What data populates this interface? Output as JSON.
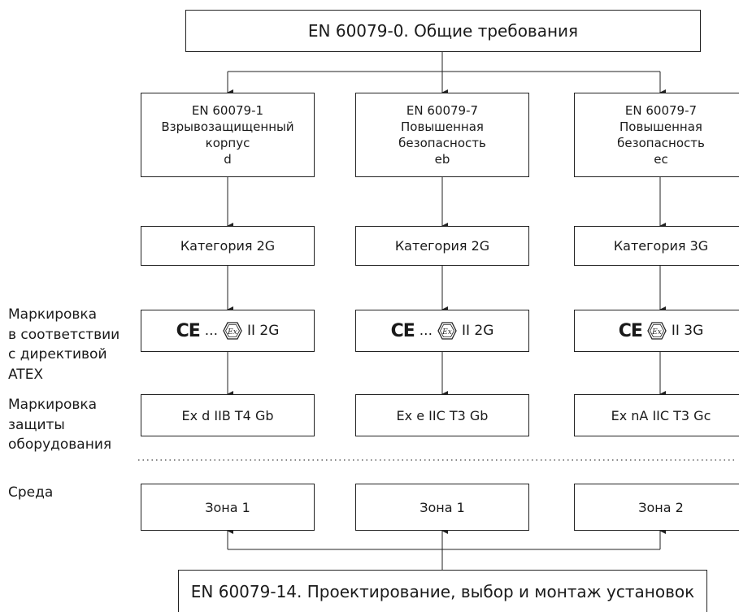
{
  "top_standard": "EN 60079-0. Общие требования",
  "bottom_standard": "EN 60079-14. Проектирование, выбор и монтаж установок",
  "columns": [
    {
      "std_code": "EN 60079-1",
      "std_name_1": "Взрывозащищенный",
      "std_name_2": "корпус",
      "std_symbol": "d",
      "category": "Категория 2G",
      "mark_ce": "CE",
      "mark_dots": "...",
      "mark_ex": "Ex",
      "mark_group": "II 2G",
      "protection": "Ex d IIB T4 Gb",
      "zone": "Зона 1"
    },
    {
      "std_code": "EN 60079-7",
      "std_name_1": "Повышенная",
      "std_name_2": "безопасность",
      "std_symbol": "eb",
      "category": "Категория 2G",
      "mark_ce": "CE",
      "mark_dots": "...",
      "mark_ex": "Ex",
      "mark_group": "II 2G",
      "protection": "Ex e IIC T3 Gb",
      "zone": "Зона 1"
    },
    {
      "std_code": "EN 60079-7",
      "std_name_1": "Повышенная",
      "std_name_2": "безопасность",
      "std_symbol": "ec",
      "category": "Категория 3G",
      "mark_ce": "CE",
      "mark_dots": "",
      "mark_ex": "Ex",
      "mark_group": "II 3G",
      "protection": "Ex nA IIC T3 Gc",
      "zone": "Зона 2"
    }
  ],
  "side_labels": {
    "marking_atex_1": "Маркировка",
    "marking_atex_2": "в соответствии",
    "marking_atex_3": "с директивой",
    "marking_atex_4": "ATEX",
    "marking_protection_1": "Маркировка",
    "marking_protection_2": "защиты",
    "marking_protection_3": "оборудования",
    "environment": "Среда"
  }
}
